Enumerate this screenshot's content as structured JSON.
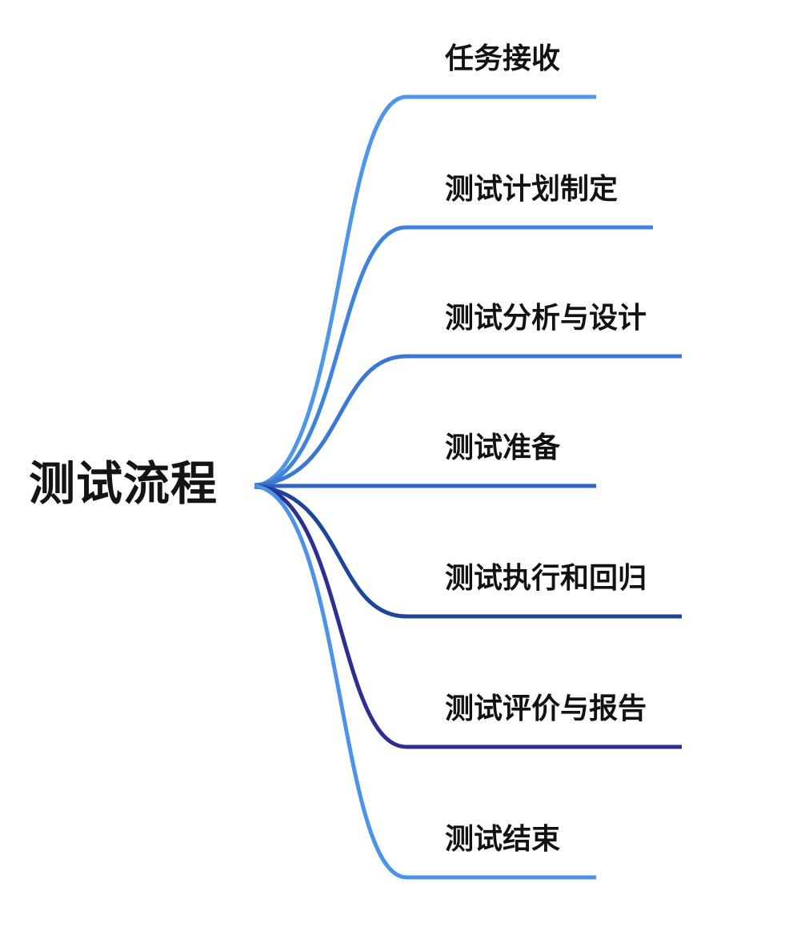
{
  "root": {
    "label": "测试流程",
    "text_color": "#141414"
  },
  "branches": [
    {
      "label": "任务接收",
      "color": "#4D96E8"
    },
    {
      "label": "测试计划制定",
      "color": "#3E83DC"
    },
    {
      "label": "测试分析与设计",
      "color": "#3A78D4"
    },
    {
      "label": "测试准备",
      "color": "#3063C8"
    },
    {
      "label": "测试执行和回归",
      "color": "#1D459C"
    },
    {
      "label": "测试评价与报告",
      "color": "#2C2F92"
    },
    {
      "label": "测试结束",
      "color": "#4B93E8"
    }
  ]
}
